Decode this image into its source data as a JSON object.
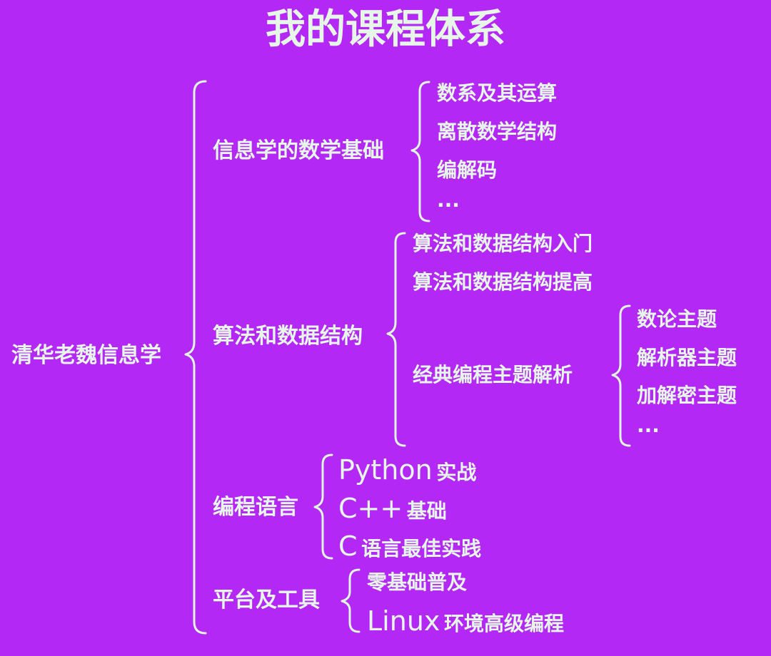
{
  "title": "我的课程体系",
  "root": "清华老魏信息学",
  "branches": [
    {
      "label": "信息学的数学基础",
      "items": [
        "数系及其运算",
        "离散数学结构",
        "编解码",
        "···"
      ]
    },
    {
      "label": "算法和数据结构",
      "items": [
        "算法和数据结构入门",
        "算法和数据结构提高"
      ],
      "sub": {
        "label": "经典编程主题解析",
        "items": [
          "数论主题",
          "解析器主题",
          "加解密主题",
          "···"
        ]
      }
    },
    {
      "label": "编程语言",
      "items": [
        {
          "latin": "Python",
          "cjk": "实战"
        },
        {
          "latin": "C++",
          "cjk": "基础"
        },
        {
          "latin": "C",
          "cjk": "语言最佳实践"
        }
      ]
    },
    {
      "label": "平台及工具",
      "items": [
        {
          "latin": "",
          "cjk": "零基础普及"
        },
        {
          "latin": "Linux",
          "cjk": "环境高级编程"
        }
      ]
    }
  ],
  "colors": {
    "background": "#b428f5",
    "text": "#e6f7e8",
    "brace": "#dff5dc"
  }
}
